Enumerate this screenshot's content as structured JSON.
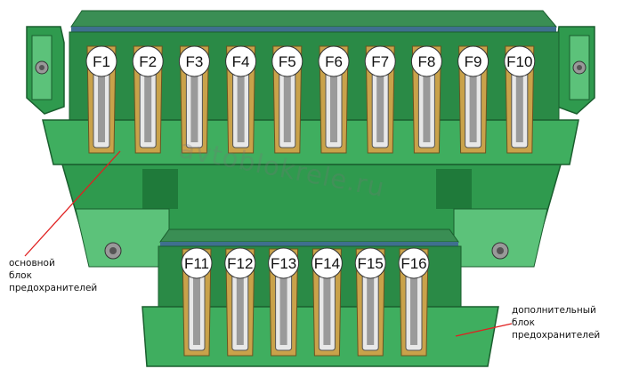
{
  "watermark": "avtoblokrele.ru",
  "main_block": {
    "caption": [
      "основной",
      "блок",
      "предохранителей"
    ],
    "fuses": [
      "F1",
      "F2",
      "F3",
      "F4",
      "F5",
      "F6",
      "F7",
      "F8",
      "F9",
      "F10"
    ]
  },
  "extra_block": {
    "caption": [
      "дополнительный",
      "блок",
      "предохранителей"
    ],
    "fuses": [
      "F11",
      "F12",
      "F13",
      "F14",
      "F15",
      "F16"
    ]
  },
  "colors": {
    "board_green": "#2f9a4e",
    "board_dark": "#1f7a3a",
    "board_light": "#5cc27a",
    "top_edge": "#3f6f8f",
    "contact_gold": "#c9a24a",
    "leader_line": "#e02020"
  }
}
